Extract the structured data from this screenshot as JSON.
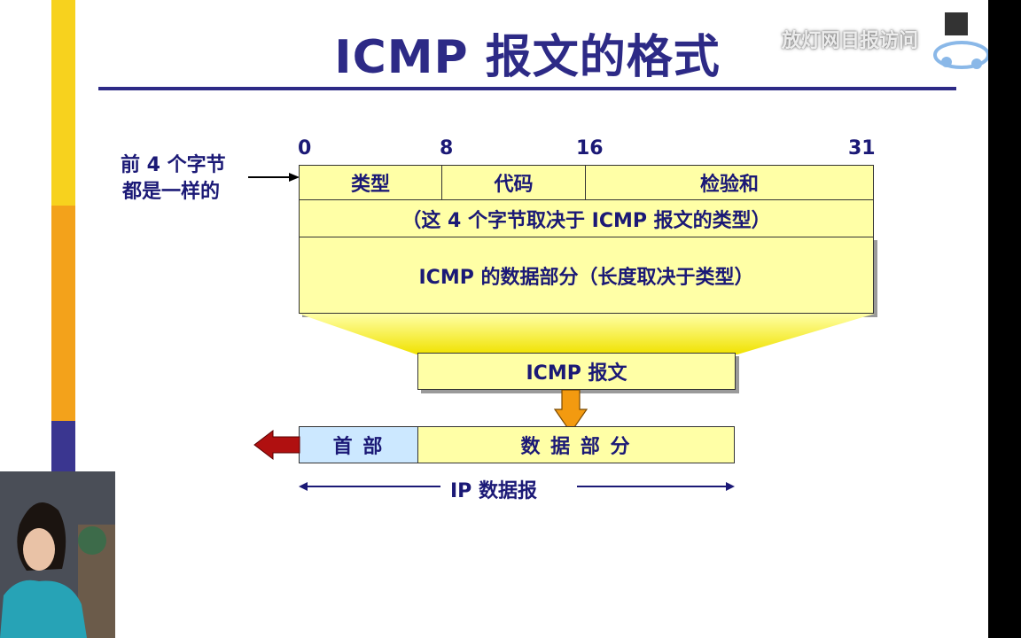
{
  "title": "ICMP 报文的格式",
  "side_label": {
    "line1": "前 4 个字节",
    "line2": "都是一样的"
  },
  "bit_ticks": [
    "0",
    "8",
    "16",
    "31"
  ],
  "header_fields": {
    "type": "类型",
    "code": "代码",
    "checksum": "检验和"
  },
  "row2": "（这 4 个字节取决于 ICMP 报文的类型）",
  "data_row": "ICMP 的数据部分（长度取决于类型）",
  "icmp_message": "ICMP 报文",
  "ip_header": "首 部",
  "ip_data": "数 据 部 分",
  "ip_datagram": "IP 数据报",
  "watermark": "放灯网日报访问",
  "colors": {
    "title": "#2d2a86",
    "text": "#1b1976",
    "box_fill": "#ffffa6",
    "header_fill": "#cce8ff",
    "down_arrow": "#f39a10",
    "left_arrow": "#b01010",
    "bar_yellow": "#f7d21e",
    "bar_orange": "#f3a21b",
    "bar_navy": "#3a3690"
  }
}
